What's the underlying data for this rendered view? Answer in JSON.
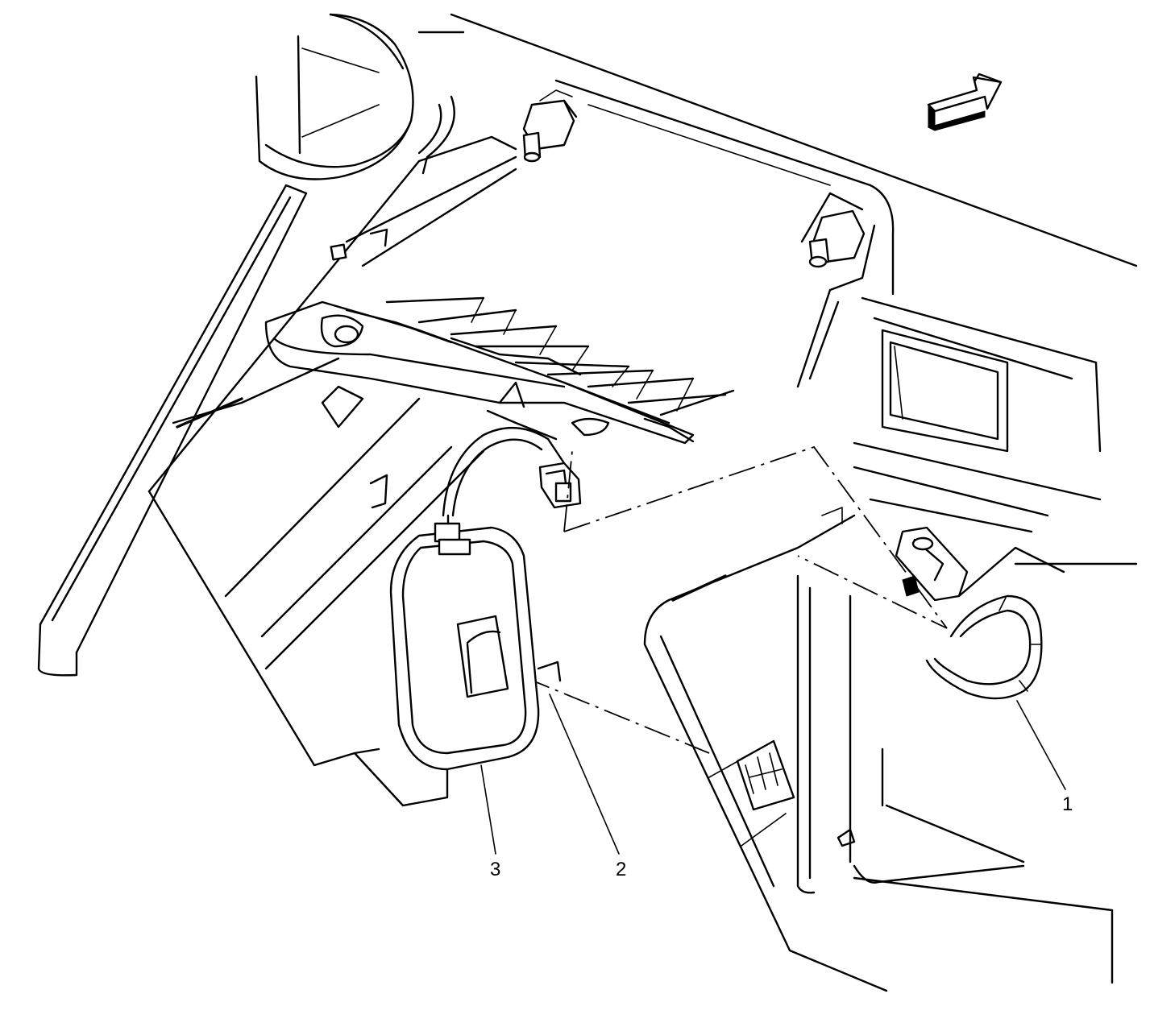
{
  "callouts": [
    {
      "id": "1",
      "label": "1"
    },
    {
      "id": "2",
      "label": "2"
    },
    {
      "id": "3",
      "label": "3"
    }
  ],
  "icons": {
    "direction_arrow": "forward-arrow-icon"
  },
  "colors": {
    "line": "#000000",
    "background": "#ffffff"
  }
}
